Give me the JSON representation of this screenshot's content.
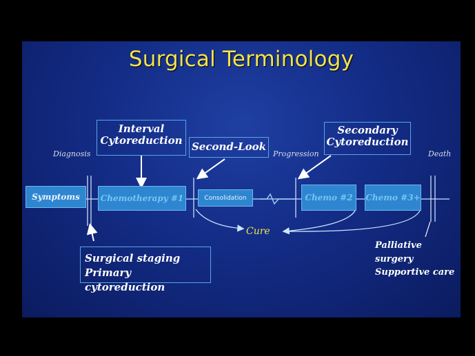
{
  "title": "Surgical Terminology",
  "timeline": {
    "symptoms": "Symptoms",
    "chemo1": "Chemotherapy #1",
    "consolidation": "Consolidation",
    "chemo2": "Chemo #2",
    "chemo3": "Chemo #3+"
  },
  "callouts": {
    "interval_line1": "Interval",
    "interval_line2": "Cytoreduction",
    "second_look": "Second-Look",
    "secondary_line1": "Secondary",
    "secondary_line2": "Cytoreduction",
    "staging_line1": "Surgical staging",
    "staging_line2": "Primary cytoreduction"
  },
  "labels": {
    "diagnosis": "Diagnosis",
    "progression": "Progression",
    "death": "Death",
    "cure": "Cure",
    "palliative_line1": "Palliative surgery",
    "palliative_line2": "Supportive care"
  },
  "colors": {
    "title": "#f2e34a",
    "box_fill": "#2f86d0",
    "box_text_faded": "#74c7f2",
    "background": "#132c86"
  }
}
